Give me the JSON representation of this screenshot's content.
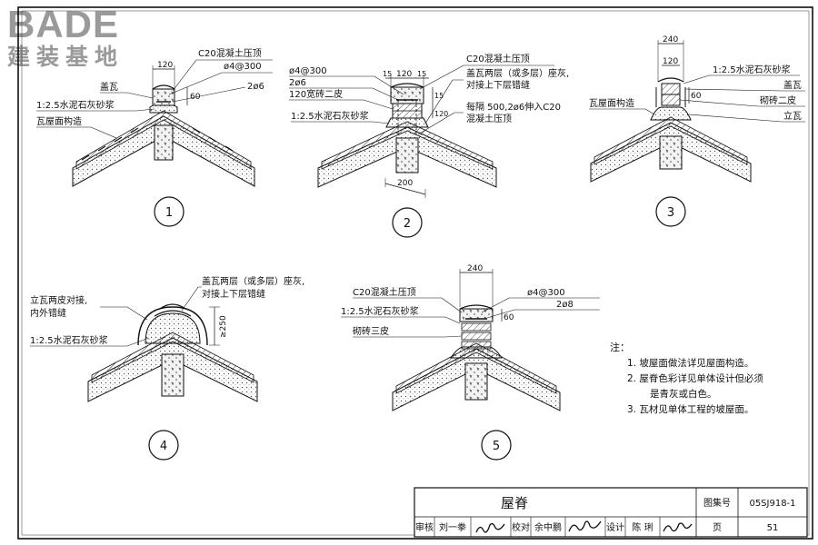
{
  "watermark": {
    "brand": "BADE",
    "subtitle": "建装基地"
  },
  "details": [
    {
      "number": "1",
      "labels": {
        "cap": "C20混凝土压顶",
        "steel_a": "ø4@300",
        "cover_tile": "盖瓦",
        "steel_b": "2ø6",
        "mortar": "1:2.5水泥石灰砂浆",
        "roof": "瓦屋面构造"
      },
      "dims": {
        "width": "120",
        "height": "60"
      }
    },
    {
      "number": "2",
      "labels": {
        "steel_a": "ø4@300",
        "steel_b": "2ø6",
        "brick": "120宽砖二皮",
        "mortar": "1:2.5水泥石灰砂浆",
        "cap": "C20混凝土压顶",
        "tiles_line1": "盖瓦两层（或多层）座灰,",
        "tiles_line2": "对接上下层错缝",
        "anchor_line1": "每隔 500,2ø6伸入C20",
        "anchor_line2": "混凝土压顶"
      },
      "dims": {
        "left": "15",
        "mid": "120",
        "right": "15",
        "h1": "15",
        "h2": "120",
        "base": "200"
      }
    },
    {
      "number": "3",
      "labels": {
        "mortar": "1:2.5水泥石灰砂浆",
        "cover_tile": "盖瓦",
        "brick": "砌砖二皮",
        "roof": "瓦屋面构造",
        "standing_tile": "立瓦"
      },
      "dims": {
        "outer": "240",
        "inner": "120",
        "height": "60"
      }
    },
    {
      "number": "4",
      "labels": {
        "tiles_line1": "盖瓦两层（或多层）座灰,",
        "tiles_line2": "对接上下层错缝",
        "standing_line1": "立瓦两皮对接,",
        "standing_line2": "内外错缝",
        "mortar": "1:2.5水泥石灰砂浆"
      },
      "dims": {
        "height": "≥250"
      }
    },
    {
      "number": "5",
      "labels": {
        "cap": "C20混凝土压顶",
        "mortar": "1:2.5水泥石灰砂浆",
        "brick": "砌砖三皮",
        "steel_a": "ø4@300",
        "steel_b": "2ø8"
      },
      "dims": {
        "width": "240",
        "height": "60"
      }
    }
  ],
  "notes": {
    "heading": "注：",
    "items": [
      "1.  坡屋面做法详见屋面构造。",
      "2.  屋脊色彩详见单体设计但必须",
      "是青灰或白色。",
      "3.  瓦材见单体工程的坡屋面。"
    ]
  },
  "title_block": {
    "title": "屋脊",
    "atlas_label": "图集号",
    "atlas_number": "05SJ918-1",
    "review_label": "审核",
    "reviewer": "刘一拳",
    "check_label": "校对",
    "checker": "余中鹏",
    "design_label": "设计",
    "designer": "陈 琍",
    "page_label": "页",
    "page_number": "51"
  }
}
